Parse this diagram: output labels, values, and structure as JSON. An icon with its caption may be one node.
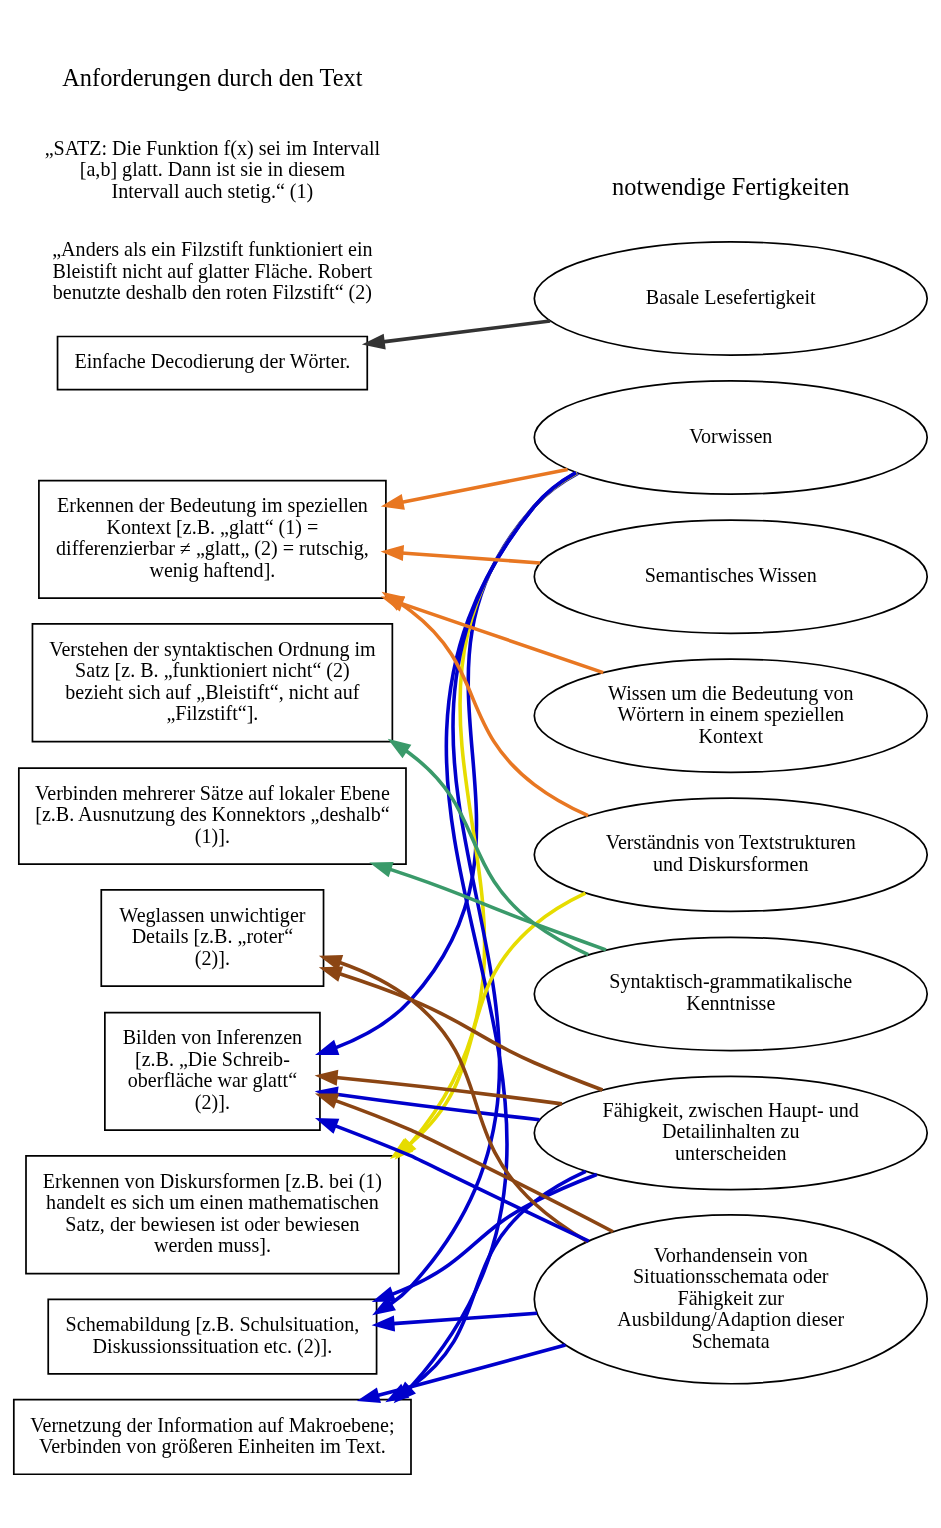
{
  "diagram": {
    "nodes": [
      {
        "text": [
          "Einfache Decodierung der Wörter."
        ]
      },
      {
        "text": [
          "Erkennen der Bedeutung im speziellen Kontext [z.B. „glatt“ (1) = differenzierbar ≠ „glatt„ (2) = rutschig, wenig haftend]."
        ]
      },
      {
        "text": [
          "Verstehen der syntaktischen Ordnung im Satz [z. B. „funktioniert nicht“ (2) bezieht sich auf „Bleistift“, nicht auf „Filzstift“]."
        ]
      },
      {
        "text": [
          "Verbinden mehrerer Sätze auf lokaler Ebene [z.B. Ausnutzung des Konnektors „deshalb“ (1)]."
        ]
      },
      {
        "text": [
          "Weglassen unwichtiger Details [z.B. „roter“ (2)]."
        ]
      },
      {
        "text": [
          "Bilden von Inferenzen [z.B. „Die Schreib-oberfläche war glatt“ (2)]."
        ]
      },
      {
        "text": [
          "Erkennen von Diskursformen [z.B. bei (1) handelt es sich um einen mathematischen Satz, der bewiesen ist oder bewiesen werden muss]."
        ]
      },
      {
        "text": [
          "Schemabildung [z.B. Schulsituation, Diskussionssituation etc. (2)]."
        ]
      },
      {
        "text": [
          "Vernetzung der Information auf Makroebene; Verbinden von größeren Einheiten im Text."
        ]
      },
      {
        "text": [
          "Basale Lesefertigkeit"
        ]
      },
      {
        "text": [
          "Vorwissen"
        ]
      },
      {
        "text": [
          "Semantisches Wissen"
        ]
      },
      {
        "text": [
          "Wissen um die Bedeutung von Wörtern in einem speziellen Kontext"
        ]
      },
      {
        "text": [
          "Verständnis von Textstrukturen und Diskursformen"
        ]
      },
      {
        "text": [
          "Syntaktisch-grammatikalische Kenntnisse"
        ]
      },
      {
        "text": [
          "Fähigkeit, zwischen Haupt- und Detailinhalten zu unterscheiden"
        ]
      },
      {
        "text": [
          "Vorhandensein von Situationsschemata oder Fähigkeit zur Ausbildung/Adaption dieser Schemata"
        ]
      }
    ],
    "edges": [
      {
        "from": 9,
        "to": 0,
        "arrow": "to",
        "color": "#333333"
      },
      {
        "from": 10,
        "to": 1,
        "arrow": "to",
        "color": "#e87722"
      },
      {
        "from": 11,
        "to": 1,
        "arrow": "to",
        "color": "#e87722"
      },
      {
        "from": 12,
        "to": 1,
        "arrow": "to",
        "color": "#e87722"
      },
      {
        "from": 13,
        "to": 1,
        "arrow": "to",
        "color": "#e87722"
      },
      {
        "from": 14,
        "to": 2,
        "arrow": "to",
        "color": "#3a9a6a"
      },
      {
        "from": 14,
        "to": 3,
        "arrow": "to",
        "color": "#3a9a6a"
      },
      {
        "from": 10,
        "to": 5,
        "arrow": "to",
        "color": "#0000cc"
      },
      {
        "from": 10,
        "to": 7,
        "arrow": "to",
        "color": "#0000cc"
      },
      {
        "from": 10,
        "to": 8,
        "arrow": "to",
        "color": "#0000cc"
      },
      {
        "from": 15,
        "to": 5,
        "arrow": "to",
        "color": "#0000cc"
      },
      {
        "from": 15,
        "to": 7,
        "arrow": "to",
        "color": "#0000cc"
      },
      {
        "from": 15,
        "to": 8,
        "arrow": "to",
        "color": "#0000cc"
      },
      {
        "from": 16,
        "to": 5,
        "arrow": "to",
        "color": "#0000cc"
      },
      {
        "from": 16,
        "to": 7,
        "arrow": "to",
        "color": "#0000cc"
      },
      {
        "from": 16,
        "to": 8,
        "arrow": "to",
        "color": "#0000cc"
      },
      {
        "from": 10,
        "to": 6,
        "arrow": "to",
        "color": "#e6dc00"
      },
      {
        "from": 13,
        "to": 6,
        "arrow": "to",
        "color": "#e6dc00"
      },
      {
        "from": 15,
        "to": 4,
        "arrow": "to",
        "color": "#8b4513"
      },
      {
        "from": 15,
        "to": 5,
        "arrow": "to",
        "color": "#8b4513"
      },
      {
        "from": 16,
        "to": 4,
        "arrow": "to",
        "color": "#8b4513"
      },
      {
        "from": 16,
        "to": 5,
        "arrow": "to",
        "color": "#8b4513"
      }
    ],
    "labels": [
      "Anforderungen durch den Text",
      "notwendige Fertigkeiten",
      "„SATZ: Die Funktion f(x) sei im Intervall [a,b] glatt. Dann ist sie in diesem Intervall auch stetig.“ (1)",
      "„Anders als ein Filzstift funktioniert ein Bleistift nicht auf glatter Fläche. Robert benutzte deshalb den roten Filzstift“ (2)"
    ]
  }
}
